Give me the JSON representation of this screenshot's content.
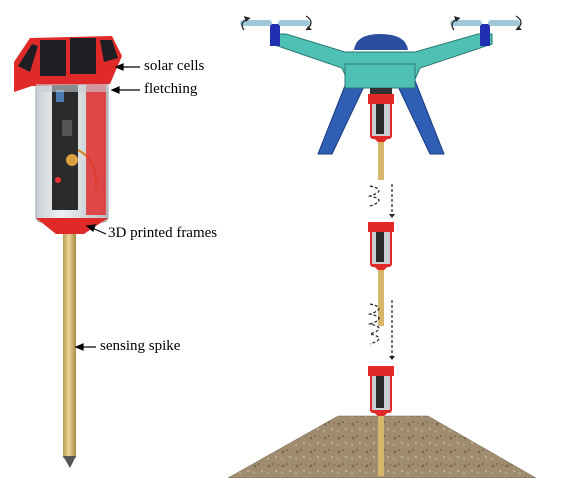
{
  "labels": {
    "solar_cells": "solar cells",
    "fletching": "fletching",
    "frames": "3D printed frames",
    "spike": "sensing spike"
  },
  "icons": {
    "drone": "drone-icon",
    "rotor": "rotor-icon",
    "sensor": "sensor-probe-icon",
    "spin": "spin-arrow-icon",
    "ground": "soil-mound-icon"
  },
  "colors": {
    "drone_body": "#4fc0b4",
    "drone_legs": "#2f5fb4",
    "dome": "#2b4e9e",
    "motor": "#2030b0",
    "propeller": "#9fc8d8",
    "sensor_red": "#e02a2a",
    "spike": "#d6b66a",
    "soil": "#9c8b70"
  },
  "descent_stages": 3
}
